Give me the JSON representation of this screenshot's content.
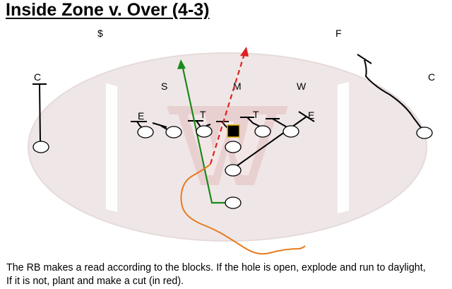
{
  "title": "Inside Zone v. Over (4-3)",
  "defense_labels": {
    "safety_strong": "$",
    "safety_free": "F",
    "corner_left": "C",
    "corner_right": "C",
    "lb_sam": "S",
    "lb_mike": "M",
    "lb_will": "W",
    "end_left": "E",
    "tackle_left": "T",
    "tackle_right": "T",
    "end_right": "E"
  },
  "caption": {
    "line1": "The RB makes a read according to the blocks.  If the hole is open, explode and run to daylight,",
    "line2": "If it is not, plant and make a cut (in red)."
  },
  "colors": {
    "green_route": "#1a8a1a",
    "cut_route": "#e02020",
    "rb_path": "#e87a1e",
    "block_lines": "#000000",
    "center_square": "#000000",
    "center_square_border": "#e8b400",
    "football": "#efe6e6",
    "logo": "#e8cccc"
  }
}
